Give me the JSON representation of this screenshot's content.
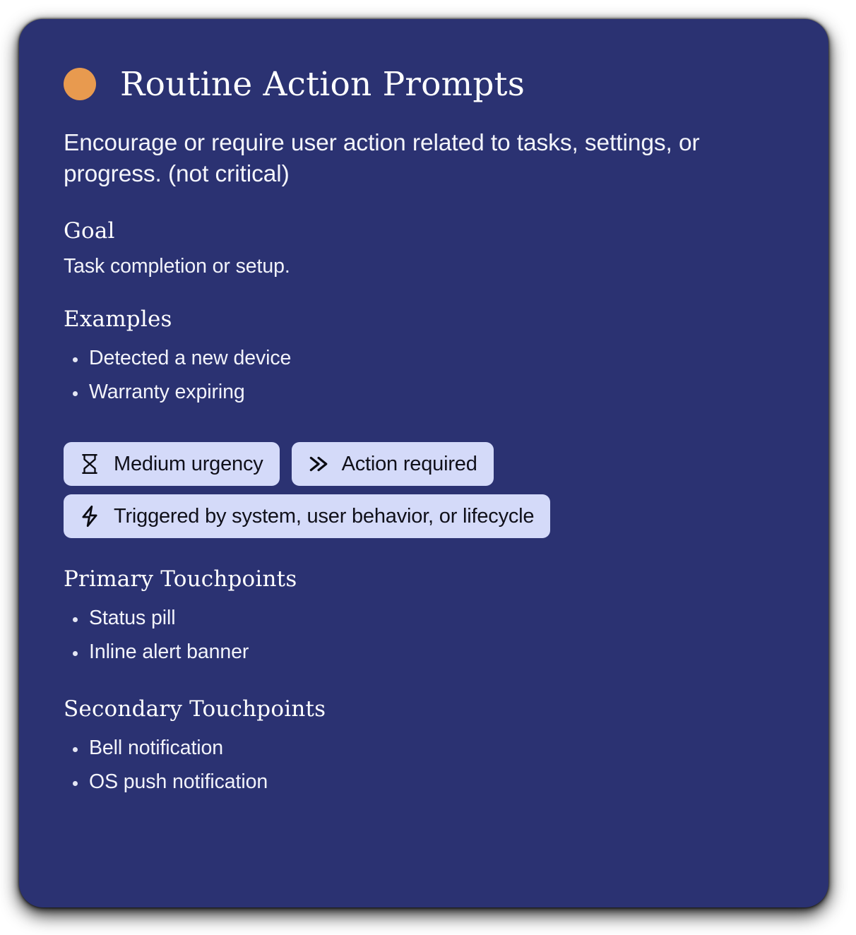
{
  "card": {
    "status_dot_color": "#e89a4f",
    "background_color": "#2b3272",
    "title": "Routine Action Prompts",
    "description": "Encourage or require user action related to tasks, settings, or progress. (not critical)"
  },
  "goal": {
    "heading": "Goal",
    "text": "Task completion or setup."
  },
  "examples": {
    "heading": "Examples",
    "items": [
      "Detected a new device",
      "Warranty expiring"
    ]
  },
  "pills": {
    "background_color": "#d4daf9",
    "text_color": "#10101a",
    "items": [
      {
        "icon": "hourglass-icon",
        "label": "Medium urgency"
      },
      {
        "icon": "double-chevron-right-icon",
        "label": "Action required"
      },
      {
        "icon": "lightning-bolt-icon",
        "label": "Triggered by system, user behavior, or lifecycle"
      }
    ]
  },
  "primary_touchpoints": {
    "heading": "Primary Touchpoints",
    "items": [
      "Status pill",
      "Inline alert banner"
    ]
  },
  "secondary_touchpoints": {
    "heading": "Secondary Touchpoints",
    "items": [
      "Bell notification",
      "OS push notification"
    ]
  }
}
